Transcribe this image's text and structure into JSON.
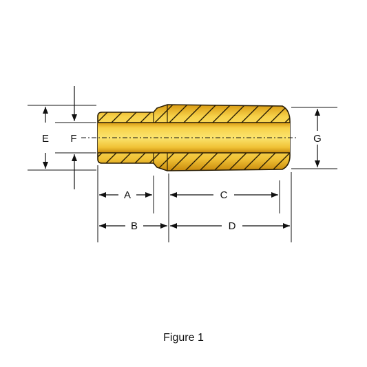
{
  "figure": {
    "caption": "Figure 1",
    "part_fill": "#E9B323",
    "part_edge": "#2a1e05",
    "labels": {
      "A": "A",
      "B": "B",
      "C": "C",
      "D": "D",
      "E": "E",
      "F": "F",
      "G": "G"
    }
  }
}
